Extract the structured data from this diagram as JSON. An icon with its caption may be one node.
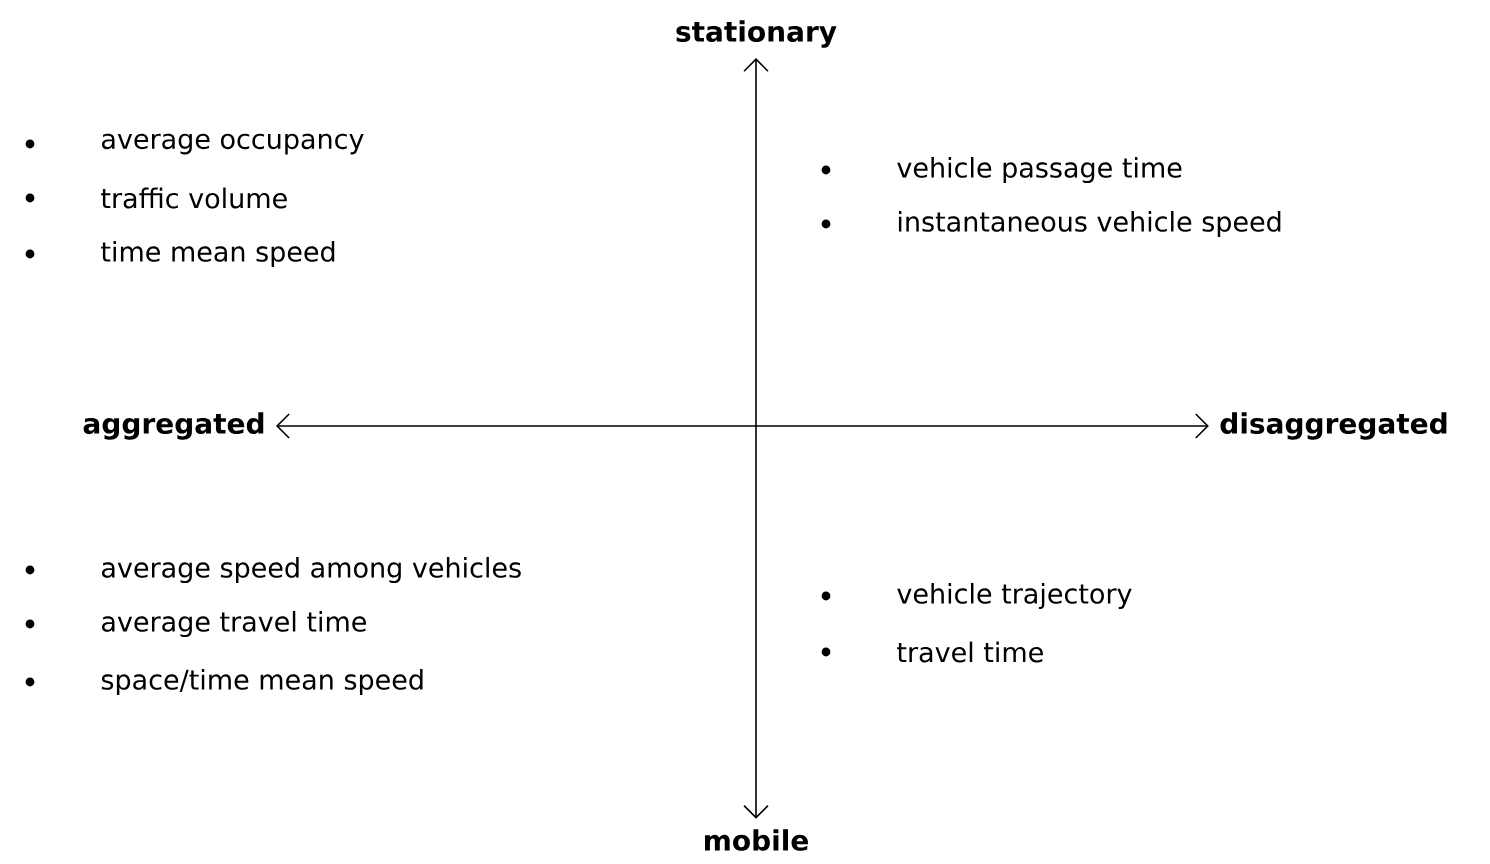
{
  "diagram": {
    "nodes": [
      {
        "text": [
          "stationary"
        ]
      },
      {
        "text": [
          "aggregated"
        ]
      },
      {
        "text": [
          "disaggregated"
        ]
      },
      {
        "text": [
          "mobile"
        ]
      }
    ],
    "edges": [
      {
        "from": 0,
        "to": 3,
        "arrow": "both"
      },
      {
        "from": 1,
        "to": 2,
        "arrow": "both"
      }
    ],
    "labels": [
      "average occupancy",
      "traffic volume",
      "time mean speed",
      "vehicle passage time",
      "instantaneous vehicle speed",
      "average speed among vehicles",
      "average travel time",
      "space/time mean speed",
      "vehicle trajectory",
      "travel time"
    ]
  }
}
